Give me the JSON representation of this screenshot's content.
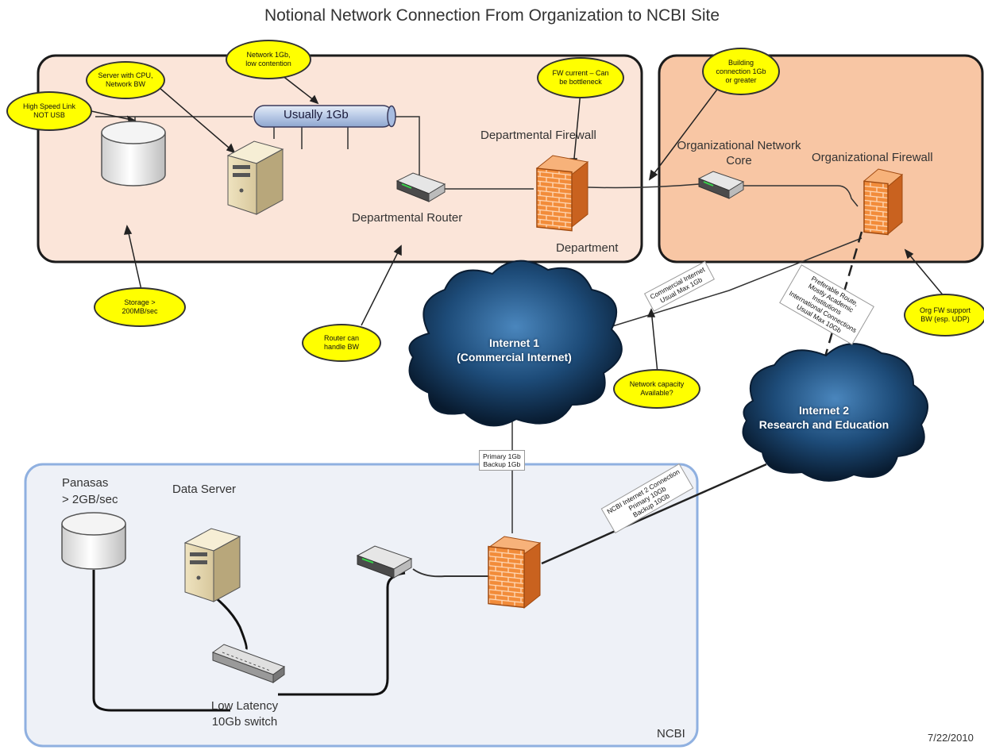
{
  "title": "Notional Network Connection From Organization to NCBI Site",
  "date": "7/22/2010",
  "zones": {
    "department": "Department",
    "organization": "",
    "ncbi": "NCBI"
  },
  "labels": {
    "departmental_firewall": "Departmental Firewall",
    "departmental_router": "Departmental Router",
    "org_network_core": [
      "Organizational Network",
      "Core"
    ],
    "org_firewall": "Organizational Firewall",
    "lan_bus": "Usually 1Gb",
    "panasas": [
      "Panasas",
      "> 2GB/sec"
    ],
    "data_server": "Data Server",
    "switch": [
      "Low Latency",
      "10Gb switch"
    ]
  },
  "clouds": {
    "internet1": [
      "Internet 1",
      "(Commercial Internet)"
    ],
    "internet2": [
      "Internet 2",
      "Research and Education"
    ]
  },
  "callouts": {
    "high_speed_link": [
      "High Speed Link",
      "NOT USB"
    ],
    "server_cpu": [
      "Server with CPU,",
      "Network BW"
    ],
    "network_1gb": [
      "Network 1Gb,",
      "low contention"
    ],
    "fw_current": [
      "FW current – Can",
      "be bottleneck"
    ],
    "building_conn": [
      "Building",
      "connection 1Gb",
      "or greater"
    ],
    "storage": [
      "Storage >",
      "200MB/sec"
    ],
    "router_bw": [
      "Router can",
      "handle BW"
    ],
    "net_capacity": [
      "Network capacity",
      "Available?"
    ],
    "org_fw_support": [
      "Org FW support",
      "BW (esp. UDP)"
    ]
  },
  "link_labels": {
    "commercial": [
      "Commercial Internet",
      "Usual Max 1Gb"
    ],
    "preferable": [
      "Preferable Route,",
      "Mostly Academic",
      "Institutions",
      "International Connections",
      "Usual Max 10Gb"
    ],
    "primary_backup": [
      "Primary 1Gb",
      "Backup 1Gb"
    ],
    "ncbi_i2": [
      "NCBI Internet 2 Connection",
      "Primary 10Gb",
      "Backup 10Gb"
    ]
  },
  "colors": {
    "department_fill": "#fbe5d9",
    "organization_fill": "#f8c6a4",
    "ncbi_fill": "#eef1f7",
    "ncbi_border": "#8fb0e0",
    "callout_fill": "#ffff00",
    "cloud_dark": "#0d2741",
    "cloud_mid": "#3a74a8",
    "firewall": "#f08a3c",
    "bus_fill": "#c5d3ea"
  }
}
